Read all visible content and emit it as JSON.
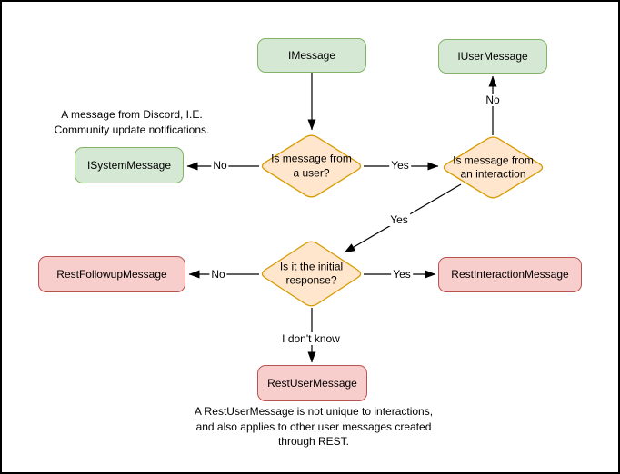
{
  "diagram": {
    "colors": {
      "interface_fill": "#d5e8d4",
      "interface_stroke": "#82b366",
      "decision_fill": "#ffe6cc",
      "decision_stroke": "#d79b00",
      "rest_fill": "#f8cecc",
      "rest_stroke": "#b85450",
      "edge": "#000000"
    },
    "nodes": {
      "imessage": "IMessage",
      "iusermessage": "IUserMessage",
      "isystemmessage": "ISystemMessage",
      "restfollowup": "RestFollowupMessage",
      "restinteraction": "RestInteractionMessage",
      "restuser": "RestUserMessage"
    },
    "decisions": {
      "from_user": "Is message from\na user?",
      "from_interaction": "Is message from\nan interaction",
      "initial_response": "Is it the initial\nresponse?"
    },
    "edge_labels": {
      "user_no": "No",
      "user_yes": "Yes",
      "interaction_no": "No",
      "interaction_yes": "Yes",
      "initial_no": "No",
      "initial_yes": "Yes",
      "initial_unknown": "I don't know"
    },
    "notes": {
      "system": "A message from Discord, I.E.\nCommunity update notifications.",
      "restuser": "A RestUserMessage is not unique to interactions,\nand also applies to other user messages created\nthrough REST."
    }
  }
}
